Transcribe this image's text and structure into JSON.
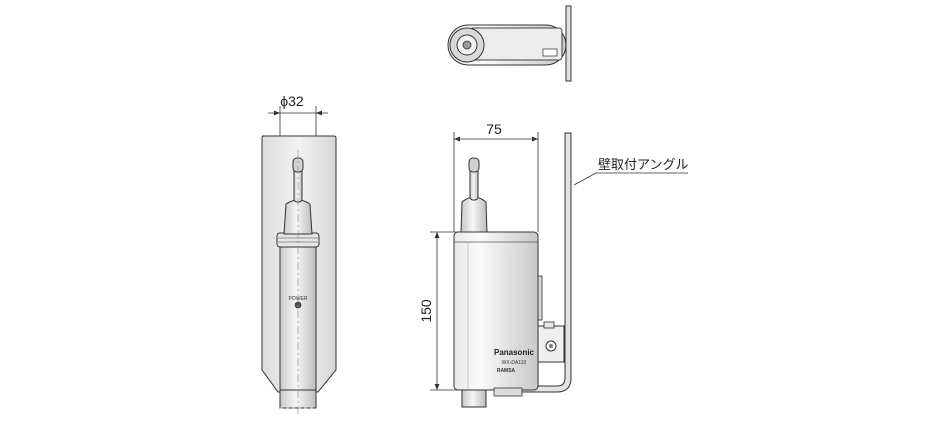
{
  "dimensions": {
    "diameter": "ϕ32",
    "depth": "75",
    "height": "150"
  },
  "labels": {
    "bracket": "壁取付アングル",
    "power": "POWER",
    "brand": "Panasonic",
    "model": "WX-DA110",
    "sublogo": "RAMSA"
  }
}
